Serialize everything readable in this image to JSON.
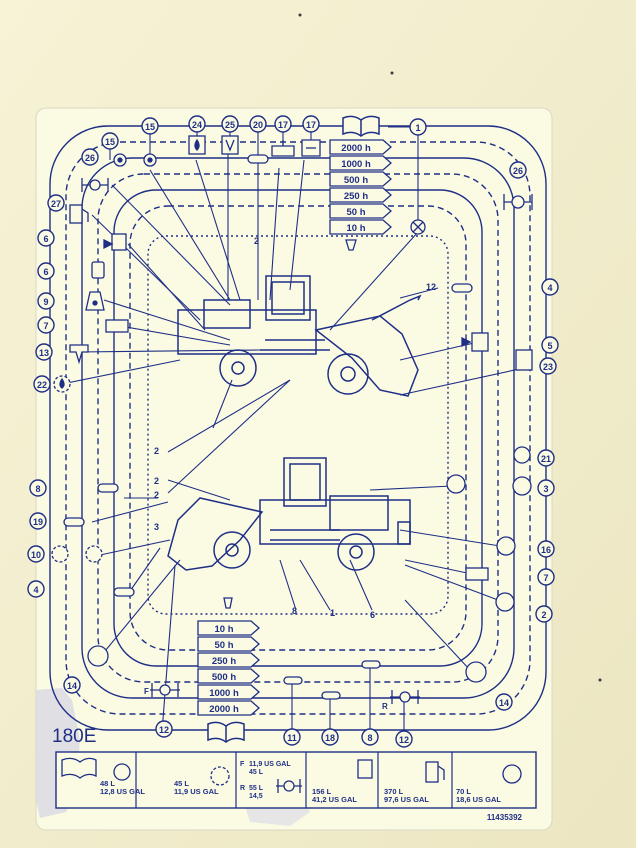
{
  "chart": {
    "model": "180E",
    "part_number": "11435392",
    "colors": {
      "ink": "#1f2f86",
      "paper": "#fbfbe4",
      "wall": "#f2efd2",
      "stain": "#c8c8d8"
    },
    "intervals_top": [
      "2000 h",
      "1000 h",
      "500 h",
      "250 h",
      "50 h",
      "10 h"
    ],
    "intervals_bottom": [
      "10 h",
      "50 h",
      "250 h",
      "500 h",
      "1000 h",
      "2000 h"
    ],
    "top_numbers": [
      "15",
      "15",
      "24",
      "25",
      "20",
      "17",
      "17",
      "1"
    ],
    "left_numbers": [
      "26",
      "27",
      "6",
      "6",
      "9",
      "7",
      "13",
      "22",
      "8",
      "19",
      "10",
      "4",
      "14"
    ],
    "right_numbers": [
      "26",
      "4",
      "5",
      "23",
      "21",
      "3",
      "16",
      "7",
      "2",
      "14"
    ],
    "bottom_numbers": [
      "12",
      "11",
      "18",
      "8",
      "12"
    ],
    "center_labels": {
      "c2a": "2",
      "c12": "12",
      "c2b": "2",
      "c2c": "2",
      "c2d": "2",
      "c3": "3",
      "c8": "8",
      "c1": "1",
      "c6": "6"
    },
    "brake_labels": {
      "front": "F",
      "rear": "R"
    },
    "capacities": {
      "c1": {
        "line1": "48 L",
        "line2": "12,8 US GAL"
      },
      "c2": {
        "line1": "45 L",
        "line2": "11,9 US GAL"
      },
      "c3": {
        "f": "F",
        "r": "R",
        "f_line1": "11,9 US GAL",
        "f_line2": "45 L",
        "r_line1": "55 L",
        "r_line2": "14,5"
      },
      "c4": {
        "line1": "156 L",
        "line2": "41,2 US GAL"
      },
      "c5": {
        "line1": "370 L",
        "line2": "97,6 US GAL"
      },
      "c6": {
        "line1": "70 L",
        "line2": "18,6 US GAL"
      }
    },
    "icons": [
      "manual-book-icon",
      "fuel-pump-icon",
      "oil-drop-icon",
      "gear-icon",
      "axle-icon",
      "hydraulic-tank-icon",
      "coolant-icon",
      "battery-icon",
      "grease-icon",
      "filter-icon",
      "air-filter-icon"
    ]
  }
}
